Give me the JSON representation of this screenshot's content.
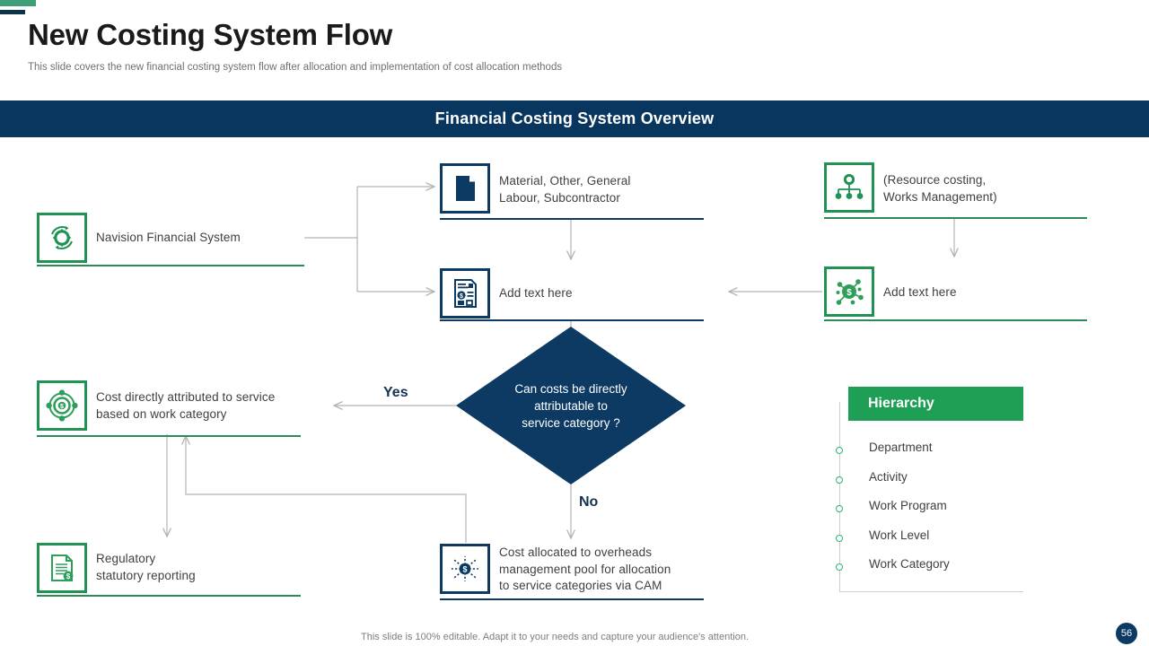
{
  "header": {
    "title": "New Costing System Flow",
    "subtitle": "This slide covers the new financial costing system flow after allocation and implementation of cost allocation methods",
    "banner": "Financial Costing System Overview"
  },
  "colors": {
    "green": "#1f9254",
    "green_bright": "#1f9e55",
    "navy": "#0d3a63",
    "banner_navy": "#08365e",
    "connector_gray": "#b3b3b3",
    "text_gray": "#3f3f3f"
  },
  "nodes": [
    {
      "id": "navision",
      "label": "Navision Financial System",
      "icon": "recycle-gear-dollar-icon",
      "accent": "green"
    },
    {
      "id": "material",
      "label": "Material,  Other,  General\nLabour, Subcontractor",
      "icon": "document-icon",
      "accent": "navy"
    },
    {
      "id": "add-text-center",
      "label": "Add text here",
      "icon": "invoice-dollar-icon",
      "accent": "navy"
    },
    {
      "id": "resource-costing",
      "label": "(Resource costing,\nWorks Management)",
      "icon": "org-hierarchy-icon",
      "accent": "green"
    },
    {
      "id": "add-text-right",
      "label": "Add text here",
      "icon": "network-dollar-icon",
      "accent": "green"
    },
    {
      "id": "cost-direct",
      "label": "Cost directly attributed to service\nbased on work category",
      "icon": "target-dollar-icon",
      "accent": "green"
    },
    {
      "id": "regulatory",
      "label": "Regulatory\nstatutory  reporting",
      "icon": "report-dollar-icon",
      "accent": "green"
    },
    {
      "id": "overheads",
      "label": "Cost allocated to overheads\nmanagement pool for allocation\nto service categories via CAM",
      "icon": "hub-dollar-icon",
      "accent": "navy"
    }
  ],
  "decision": {
    "text": "Can costs be directly\nattributable to\nservice category ?",
    "yes_label": "Yes",
    "no_label": "No"
  },
  "hierarchy": {
    "title": "Hierarchy",
    "items": [
      {
        "label": "Department"
      },
      {
        "label": "Activity"
      },
      {
        "label": "Work Program"
      },
      {
        "label": "Work Level"
      },
      {
        "label": "Work Category"
      }
    ]
  },
  "footer": {
    "note": "This slide is 100% editable. Adapt it to your needs and capture your audience's attention.",
    "page": "56"
  }
}
